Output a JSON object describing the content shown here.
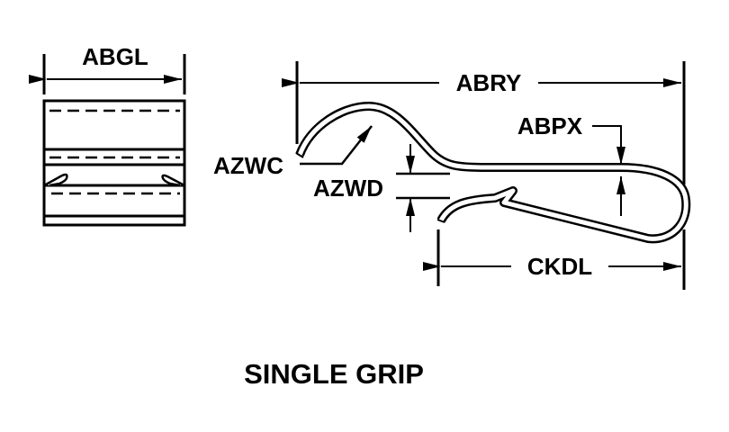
{
  "diagram": {
    "title": "SINGLE GRIP",
    "dimensions": {
      "abgl": "ABGL",
      "abry": "ABRY",
      "abpx": "ABPX",
      "azwc": "AZWC",
      "azwd": "AZWD",
      "ckdl": "CKDL"
    },
    "colors": {
      "line": "#000000",
      "background": "#ffffff"
    }
  }
}
